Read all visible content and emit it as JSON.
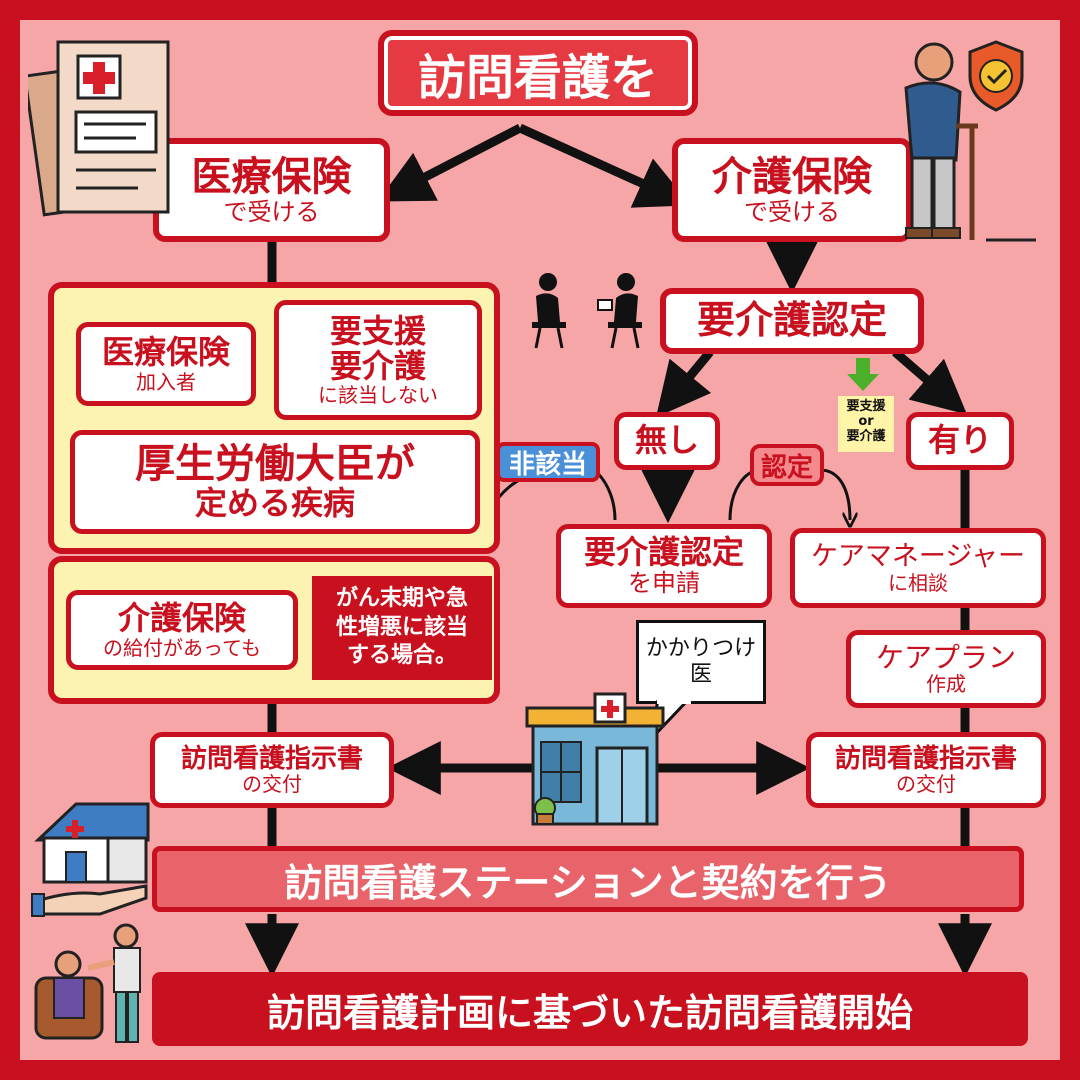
{
  "title": "訪問看護を",
  "left_branch": {
    "top": {
      "line1": "医療保険",
      "line2": "で受ける"
    },
    "cond1": {
      "line1": "医療保険",
      "line2": "加入者"
    },
    "cond2": {
      "line1": "要支援",
      "line2": "要介護",
      "line3": "に該当しない"
    },
    "cond3": {
      "line1": "厚生労働大臣が",
      "line2": "定める疾病"
    },
    "cond4": {
      "line1": "介護保険",
      "line2": "の給付があっても"
    },
    "cond4_note": [
      "がん末期や急",
      "性増悪に該当",
      "する場合。"
    ],
    "order": {
      "line1": "訪問看護指示書",
      "line2": "の交付"
    }
  },
  "right_branch": {
    "top": {
      "line1": "介護保険",
      "line2": "で受ける"
    },
    "certification": "要介護認定",
    "none": "無し",
    "yes": "有り",
    "apply": {
      "line1": "要介護認定",
      "line2": "を申請"
    },
    "care_manager": {
      "line1": "ケアマネージャー",
      "line2": "に相談"
    },
    "care_plan": {
      "line1": "ケアプラン",
      "line2": "作成"
    },
    "order": {
      "line1": "訪問看護指示書",
      "line2": "の交付"
    },
    "yellow_note": [
      "要支援",
      "or",
      "要介護"
    ]
  },
  "tags": {
    "not_applicable": "非該当",
    "certified": "認定"
  },
  "doctor_bubble": [
    "かかりつけ",
    "医"
  ],
  "contract": "訪問看護ステーションと契約を行う",
  "start": "訪問看護計画に基づいた訪問看護開始",
  "colors": {
    "red": "#c8101e",
    "bg_pink": "#f7a6a8",
    "yellow": "#fdf3b0",
    "blue": "#4a90d9"
  },
  "icons": [
    "medical-document-icon",
    "elderly-person-icon",
    "shield-check-icon",
    "consultation-people-icon",
    "clinic-building-icon",
    "home-care-icon",
    "caregiver-icon"
  ]
}
